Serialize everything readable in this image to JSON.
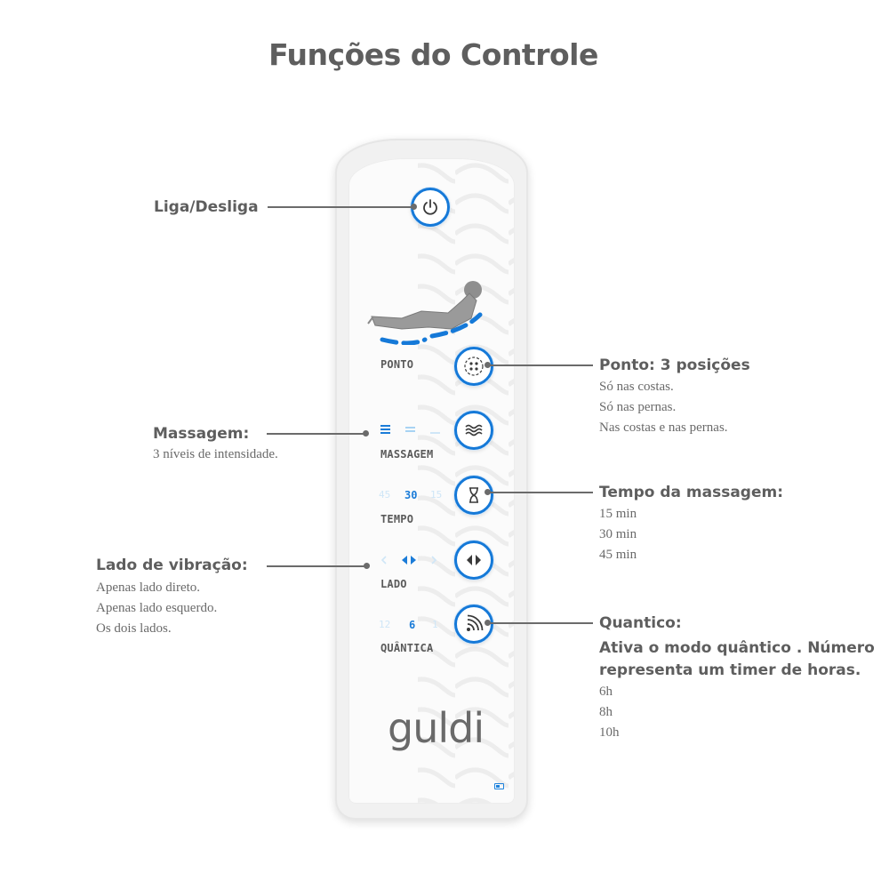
{
  "title": "Funções do Controle",
  "remote": {
    "brand": "guldi",
    "labels": {
      "ponto": "PONTO",
      "massagem": "MASSAGEM",
      "tempo": "TEMPO",
      "lado": "LADO",
      "quantica": "QUÂNTICA"
    },
    "indicators": {
      "tempo": [
        "45",
        "30",
        "15"
      ],
      "quantica": [
        "12",
        "6",
        "1"
      ]
    },
    "icons": [
      "power-icon",
      "points-icon",
      "waves-icon",
      "hourglass-icon",
      "left-right-arrows-icon",
      "wifi-signal-icon",
      "body-silhouette-icon",
      "battery-icon"
    ],
    "accent_color": "#1579d8"
  },
  "callouts": {
    "power": {
      "title": "Liga/Desliga"
    },
    "ponto": {
      "title": "Ponto: 3 posições",
      "lines": [
        "Só nas costas.",
        "Só nas pernas.",
        "Nas costas e nas pernas."
      ]
    },
    "massagem": {
      "title": "Massagem:",
      "lines": [
        "3 níveis de intensidade."
      ]
    },
    "tempo": {
      "title": "Tempo da massagem:",
      "lines": [
        "15 min",
        "30 min",
        "45 min"
      ]
    },
    "lado": {
      "title": "Lado de vibração:",
      "lines": [
        "Apenas lado direto.",
        "Apenas lado esquerdo.",
        "Os dois lados."
      ]
    },
    "quantico": {
      "title": "Quantico:",
      "subtitle": [
        "Ativa o modo quântico . Número",
        "representa um timer de horas."
      ],
      "lines": [
        "6h",
        "8h",
        "10h"
      ]
    }
  }
}
